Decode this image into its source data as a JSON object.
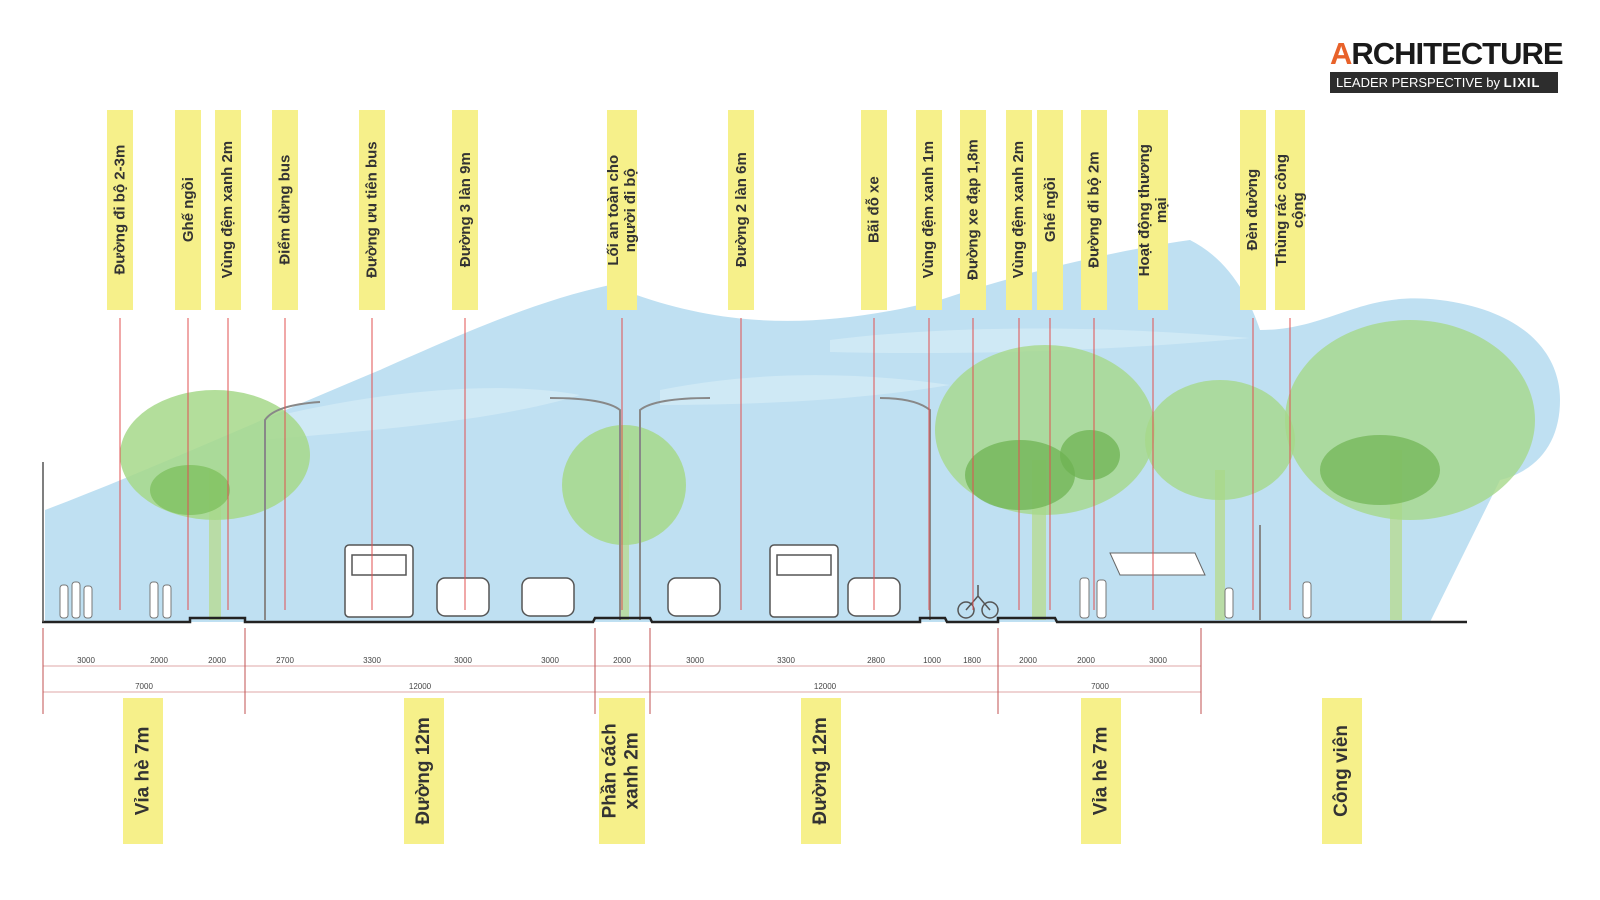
{
  "logo": {
    "title_first": "A",
    "title_rest": "RCHITECTURE",
    "subtitle": "LEADER PERSPECTIVE",
    "by": "by",
    "brand": "LIXIL"
  },
  "top_labels": [
    "Đường đi bộ 2-3m",
    "Ghế ngồi",
    "Vùng đệm xanh 2m",
    "Điểm dừng bus",
    "Đường ưu tiên bus",
    "Đường 3 làn 9m",
    "Lối an toàn cho\nngười đi bộ",
    "Đường 2 làn 6m",
    "Bãi đỗ xe",
    "Vùng đệm xanh 1m",
    "Đường xe đạp 1,8m",
    "Vùng đệm xanh 2m",
    "Ghế ngồi",
    "Đường đi bộ 2m",
    "Hoạt động thương\nmại",
    "Đèn đường",
    "Thùng rác công\ncộng"
  ],
  "bottom_labels": [
    "Vỉa hè 7m",
    "Đường 12m",
    "Phần cách\nxanh 2m",
    "Đường 12m",
    "Vỉa hè 7m",
    "Công viên"
  ],
  "dimensions_row1": [
    "3000",
    "2000",
    "2000",
    "2700",
    "3300",
    "3000",
    "3000",
    "2000",
    "3000",
    "3300",
    "2800",
    "1000",
    "1800",
    "2000",
    "2000",
    "3000"
  ],
  "dimensions_row2": [
    "7000",
    "12000",
    "12000",
    "7000"
  ],
  "colors": {
    "sky": "#bfe0f2",
    "label_bg": "#f6f08a",
    "leader_line": "#e05050",
    "tree": "#9ed27a",
    "ground": "#222222"
  }
}
